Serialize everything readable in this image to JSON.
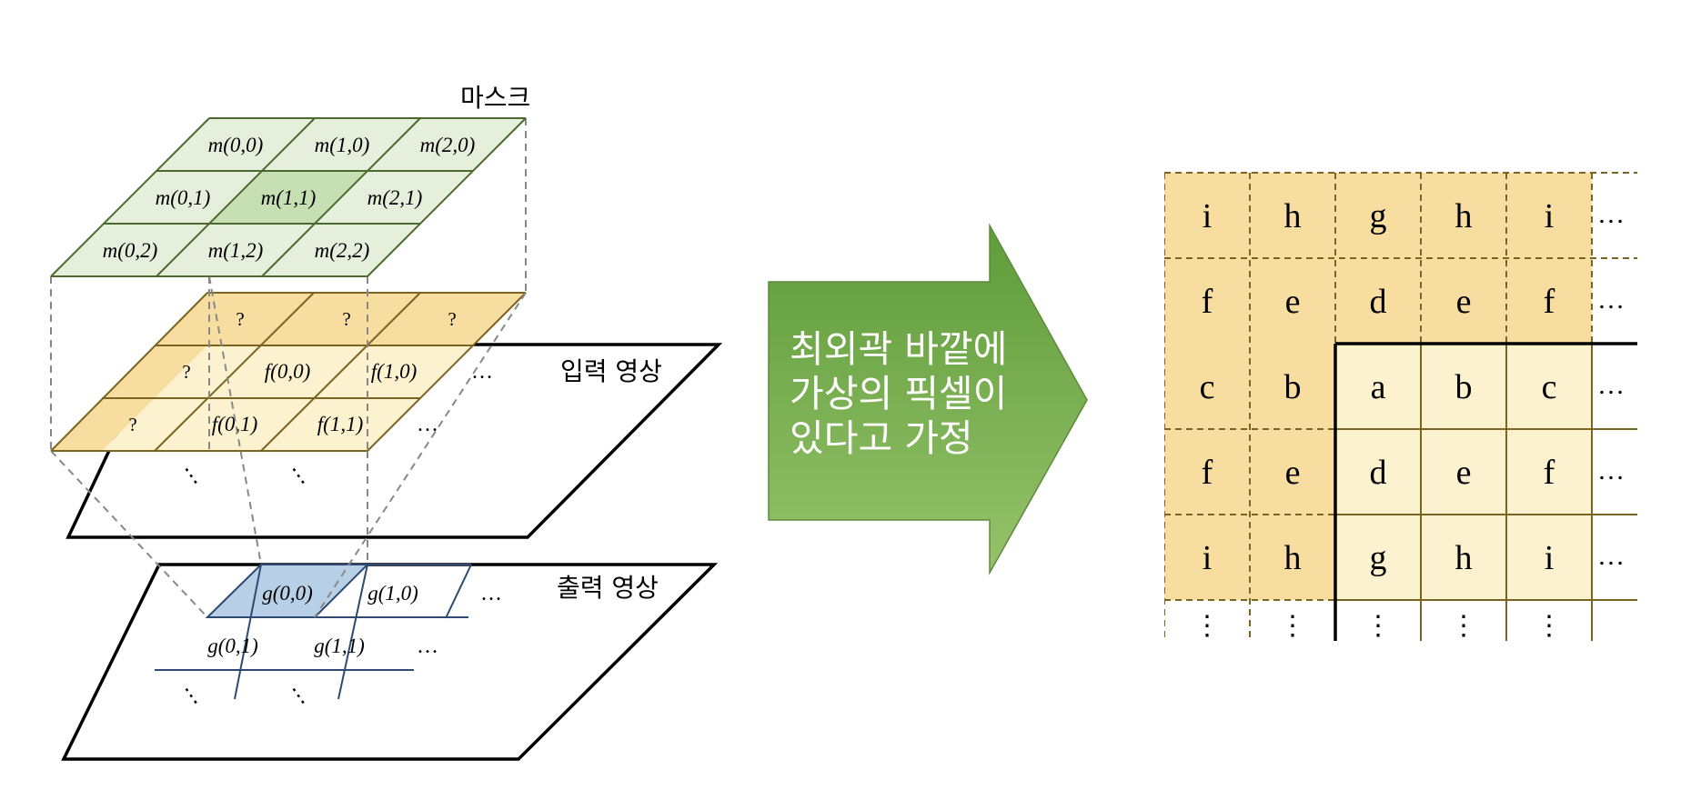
{
  "left_figure": {
    "mask_title": "마스크",
    "input_title": "입력 영상",
    "output_title": "출력 영상",
    "mask_cells": [
      [
        "m(0,0)",
        "m(1,0)",
        "m(2,0)"
      ],
      [
        "m(0,1)",
        "m(1,1)",
        "m(2,1)"
      ],
      [
        "m(0,2)",
        "m(1,2)",
        "m(2,2)"
      ]
    ],
    "input_cells": [
      [
        "?",
        "?",
        "?"
      ],
      [
        "?",
        "f(0,0)",
        "f(1,0)"
      ],
      [
        "?",
        "f(0,1)",
        "f(1,1)"
      ]
    ],
    "output_cells": [
      [
        "g(0,0)",
        "g(1,0)"
      ],
      [
        "g(0,1)",
        "g(1,1)"
      ]
    ],
    "ellipsis": "…",
    "vertical_ellipsis": "⋮"
  },
  "arrow": {
    "lines": [
      "최외곽 바깥에",
      "가상의 픽셀이",
      "있다고 가정"
    ]
  },
  "grid": {
    "rows": [
      [
        "i",
        "h",
        "g",
        "h",
        "i"
      ],
      [
        "f",
        "e",
        "d",
        "e",
        "f"
      ],
      [
        "c",
        "b",
        "a",
        "b",
        "c"
      ],
      [
        "f",
        "e",
        "d",
        "e",
        "f"
      ],
      [
        "i",
        "h",
        "g",
        "h",
        "i"
      ]
    ],
    "ellipsis": "…",
    "vertical_ellipsis": "⋮"
  },
  "colors": {
    "mask_fill": "#e6efdb",
    "mask_center_fill": "#c6dfb3",
    "mask_stroke": "#4c6a30",
    "virtual_fill": "#f7dda0",
    "real_fill": "#fdf2d0",
    "input_stroke": "#7a6420",
    "output_highlight": "#b8cfe8",
    "output_stroke": "#2e4a70",
    "arrow_top": "#5e9c3a",
    "arrow_bottom": "#96c26a"
  }
}
